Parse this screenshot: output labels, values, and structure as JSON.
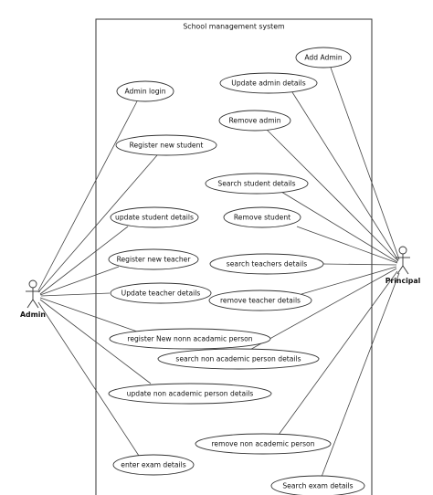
{
  "system_title": "School management system",
  "actors": {
    "admin": "Admin",
    "principal": "Principal"
  },
  "use_cases": {
    "admin_login": "Admin login",
    "register_new_student": "Register new student",
    "update_student_details": "update student details",
    "register_new_teacher": "Register new teacher",
    "update_teacher_details": "Update teacher details",
    "register_non_academic": "register New nonn acadamic person",
    "search_non_academic": "search non academic person details",
    "update_non_academic": "update non academic person details",
    "enter_exam_details": "enter exam details",
    "add_admin": "Add Admin",
    "update_admin_details": "Update admin details",
    "remove_admin": "Remove admin",
    "search_student_details": "Search student details",
    "remove_student": "Remove student",
    "search_teachers_details": "search teachers details",
    "remove_teacher_details": "remove teacher details",
    "remove_non_academic": "remove non academic person",
    "search_exam_details": "Search exam details"
  }
}
